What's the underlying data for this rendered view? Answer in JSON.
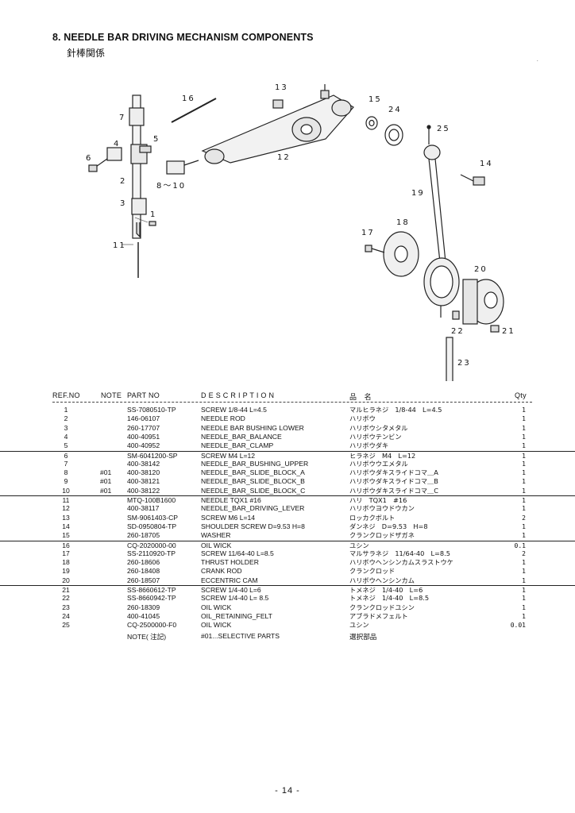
{
  "header": {
    "title": "8.  NEEDLE BAR DRIVING MECHANISM COMPONENTS",
    "subtitle": "針棒関係"
  },
  "diagram": {
    "callouts": [
      "1",
      "2",
      "3",
      "4",
      "5",
      "6",
      "7",
      "8～10",
      "11",
      "12",
      "13",
      "14",
      "15",
      "16",
      "17",
      "18",
      "19",
      "20",
      "21",
      "22",
      "23",
      "24",
      "25"
    ]
  },
  "table": {
    "headers": {
      "ref_no": "REF.NO",
      "note": "NOTE",
      "part_no": "PART NO",
      "description": "D E S C R I P T I O N",
      "jp_name": "品　名",
      "qty": "Qty"
    },
    "rows": [
      {
        "ref": "1",
        "note": "",
        "part": "SS-7080510-TP",
        "desc": "SCREW 1/8-44 L=4.5",
        "jp": "マルヒラネジ　1/8-44　L=4.5",
        "qty": "1"
      },
      {
        "ref": "2",
        "note": "",
        "part": "146-06107",
        "desc": "NEEDLE ROD",
        "jp": "ハリボウ",
        "qty": "1"
      },
      {
        "ref": "3",
        "note": "",
        "part": "260-17707",
        "desc": "NEEDLE BAR BUSHING LOWER",
        "jp": "ハリボウシタメタル",
        "qty": "1"
      },
      {
        "ref": "4",
        "note": "",
        "part": "400-40951",
        "desc": "NEEDLE_BAR_BALANCE",
        "jp": "ハリボウテンビン",
        "qty": "1"
      },
      {
        "ref": "5",
        "note": "",
        "part": "400-40952",
        "desc": "NEEDLE_BAR_CLAMP",
        "jp": "ハリボウダキ",
        "qty": "1"
      },
      {
        "ref": "6",
        "note": "",
        "part": "SM-6041200-SP",
        "desc": "SCREW M4 L=12",
        "jp": "ヒラネジ　M4　L=12",
        "qty": "1"
      },
      {
        "ref": "7",
        "note": "",
        "part": "400-38142",
        "desc": "NEEDLE_BAR_BUSHING_UPPER",
        "jp": "ハリボウウエメタル",
        "qty": "1"
      },
      {
        "ref": "8",
        "note": "#01",
        "part": "400-38120",
        "desc": "NEEDLE_BAR_SLIDE_BLOCK_A",
        "jp": "ハリボウダキスライドコマ＿A",
        "qty": "1"
      },
      {
        "ref": "9",
        "note": "#01",
        "part": "400-38121",
        "desc": "NEEDLE_BAR_SLIDE_BLOCK_B",
        "jp": "ハリボウダキスライドコマ＿B",
        "qty": "1"
      },
      {
        "ref": "10",
        "note": "#01",
        "part": "400-38122",
        "desc": "NEEDLE_BAR_SLIDE_BLOCK_C",
        "jp": "ハリボウダキスライドコマ＿C",
        "qty": "1"
      },
      {
        "ref": "11",
        "note": "",
        "part": "MTQ-100B1600",
        "desc": "NEEDLE TQX1 #16",
        "jp": "ハリ　TQX1　#16",
        "qty": "1"
      },
      {
        "ref": "12",
        "note": "",
        "part": "400-38117",
        "desc": "NEEDLE_BAR_DRIVING_LEVER",
        "jp": "ハリボウヨウドウカン",
        "qty": "1"
      },
      {
        "ref": "13",
        "note": "",
        "part": "SM-9061403-CP",
        "desc": "SCREW M6 L=14",
        "jp": "ロッカクボルト",
        "qty": "2"
      },
      {
        "ref": "14",
        "note": "",
        "part": "SD-0950804-TP",
        "desc": "SHOULDER SCREW D=9.53 H=8",
        "jp": "ダンネジ　D=9.53　H=8",
        "qty": "1"
      },
      {
        "ref": "15",
        "note": "",
        "part": "260-18705",
        "desc": "WASHER",
        "jp": "クランクロッドザガネ",
        "qty": "1"
      },
      {
        "ref": "16",
        "note": "",
        "part": "CQ-2020000-00",
        "desc": "OIL WICK",
        "jp": "ユシン",
        "qty": "0.1"
      },
      {
        "ref": "17",
        "note": "",
        "part": "SS-2110920-TP",
        "desc": "SCREW 11/64-40 L=8.5",
        "jp": "マルサラネジ　11/64-40　L=8.5",
        "qty": "2"
      },
      {
        "ref": "18",
        "note": "",
        "part": "260-18606",
        "desc": "THRUST HOLDER",
        "jp": "ハリボウヘンシンカムスラストウケ",
        "qty": "1"
      },
      {
        "ref": "19",
        "note": "",
        "part": "260-18408",
        "desc": "CRANK ROD",
        "jp": "クランクロッド",
        "qty": "1"
      },
      {
        "ref": "20",
        "note": "",
        "part": "260-18507",
        "desc": "ECCENTRIC CAM",
        "jp": "ハリボウヘンシンカム",
        "qty": "1"
      },
      {
        "ref": "21",
        "note": "",
        "part": "SS-8660612-TP",
        "desc": "SCREW 1/4-40 L=6",
        "jp": "トメネジ　1/4-40　L=6",
        "qty": "1"
      },
      {
        "ref": "22",
        "note": "",
        "part": "SS-8660942-TP",
        "desc": "SCREW  1/4-40  L= 8.5",
        "jp": "トメネジ　1/4-40　L=8.5",
        "qty": "1"
      },
      {
        "ref": "23",
        "note": "",
        "part": "260-18309",
        "desc": "OIL WICK",
        "jp": "クランクロッドユシン",
        "qty": "1"
      },
      {
        "ref": "24",
        "note": "",
        "part": "400-41045",
        "desc": "OIL_RETAINING_FELT",
        "jp": "アブラドメフェルト",
        "qty": "1"
      },
      {
        "ref": "25",
        "note": "",
        "part": "CQ-2500000-F0",
        "desc": "OIL WICK",
        "jp": "ユシン",
        "qty": "0.01"
      }
    ],
    "separators_before": [
      6,
      11,
      16,
      21
    ]
  },
  "note": {
    "label": "NOTE( 注記)",
    "text": "#01...SELECTIVE PARTS",
    "jp": "選択部品"
  },
  "footer": {
    "page": "- 14 -"
  }
}
